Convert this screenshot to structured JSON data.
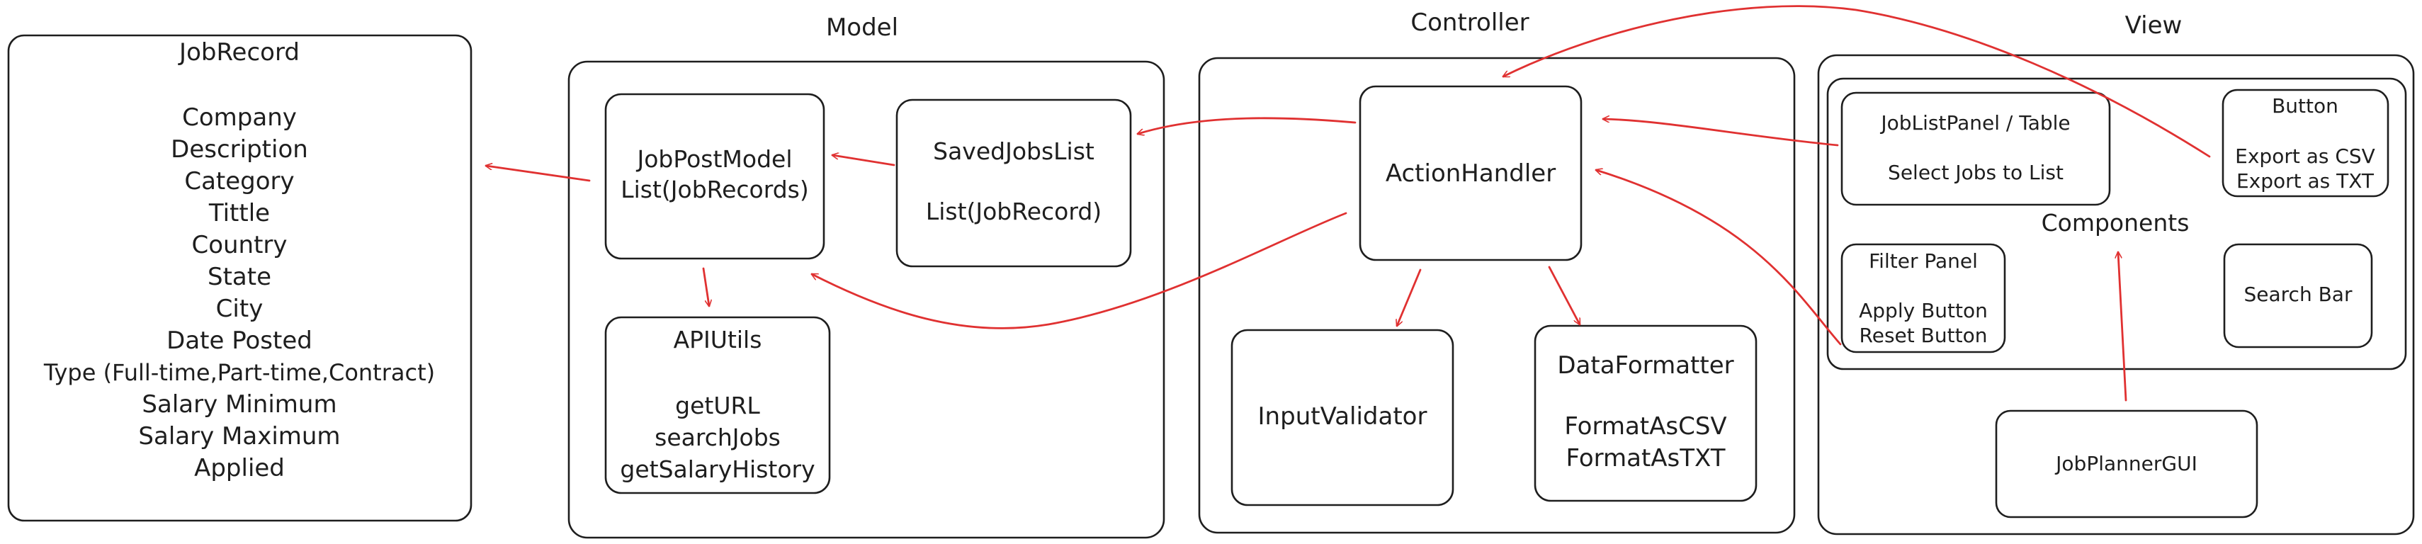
{
  "sections": {
    "model": "Model",
    "controller": "Controller",
    "view": "View"
  },
  "job_record": {
    "title": "JobRecord",
    "fields": [
      "Company",
      "Description",
      "Category",
      "Tittle",
      "Country",
      "State",
      "City",
      "Date Posted",
      "Type (Full-time,Part-time,Contract)",
      "Salary Minimum",
      "Salary Maximum",
      "Applied"
    ]
  },
  "model": {
    "job_post_model": {
      "line1": "JobPostModel",
      "line2": "List(JobRecords)"
    },
    "saved_jobs_list": {
      "line1": "SavedJobsList",
      "line2": "List(JobRecord)"
    },
    "api_utils": {
      "title": "APIUtils",
      "methods": [
        "getURL",
        "searchJobs",
        "getSalaryHistory"
      ]
    }
  },
  "controller": {
    "action_handler": "ActionHandler",
    "input_validator": "InputValidator",
    "data_formatter": {
      "title": "DataFormatter",
      "methods": [
        "FormatAsCSV",
        "FormatAsTXT"
      ]
    }
  },
  "view": {
    "components_label": "Components",
    "job_list_panel": {
      "line1": "JobListPanel / Table",
      "line2": "Select Jobs to List"
    },
    "button": {
      "title": "Button",
      "lines": [
        "Export as CSV",
        "Export as TXT"
      ]
    },
    "filter_panel": {
      "title": "Filter Panel",
      "lines": [
        "Apply Button",
        "Reset Button"
      ]
    },
    "search_bar": "Search Bar",
    "gui": "JobPlannerGUI"
  },
  "colors": {
    "stroke": "#1e1e1e",
    "arrow": "#e03131",
    "background": "#ffffff"
  }
}
